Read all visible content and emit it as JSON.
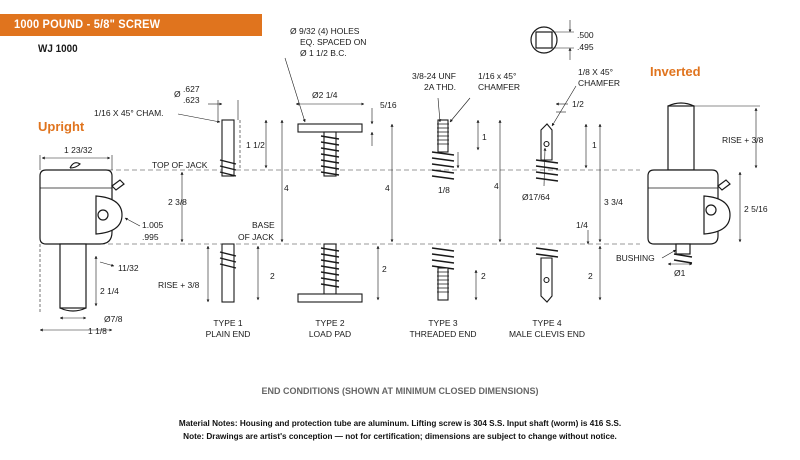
{
  "header": {
    "title": "1000 POUND - 5/8\" SCREW",
    "model": "WJ 1000",
    "accent": "#e0741e"
  },
  "orientations": {
    "upright": "Upright",
    "inverted": "Inverted"
  },
  "dims": {
    "holes_1": "Ø 9/32 (4) HOLES",
    "holes_2": "EQ. SPACED ON",
    "holes_3": "Ø 1 1/2 B.C.",
    "dia_627": ".627",
    "dia_623": ".623",
    "dia_sym": "Ø",
    "cham_116": "1/16 X 45° CHAM.",
    "d_2_14": "Ø2 1/4",
    "d_5_16": "5/16",
    "unf_1": "3/8-24 UNF",
    "unf_2": "2A THD.",
    "cham2_1": "1/16 x 45°",
    "cham2_2": "CHAMFER",
    "cham3_1": "1/8 X 45°",
    "cham3_2": "CHAMFER",
    "d_half": "1/2",
    "sq_500": ".500",
    "sq_495": ".495",
    "d_1_23_32": "1 23/32",
    "d_1_12": "1 1/2",
    "top_of_jack": "TOP OF JACK",
    "base_1": "BASE",
    "base_2": "OF JACK",
    "d_4a": "4",
    "d_4b": "4",
    "d_4c": "4",
    "d_1a": "1",
    "d_1b": "1",
    "d_1_8": "1/8",
    "d_17_64": "Ø17/64",
    "rise_38_r": "RISE + 3/8",
    "d_3_34": "3 3/4",
    "d_2_516": "2 5/16",
    "d_1_4": "1/4",
    "bushing": "BUSHING",
    "d_dia1": "Ø1",
    "d_2_38": "2 3/8",
    "d_1005": "1.005",
    "d_995": ".995",
    "d_11_32": "11/32",
    "d_2_14b": "2 1/4",
    "rise_38_l": "RISE + 3/8",
    "d_2a": "2",
    "d_2b": "2",
    "d_2c": "2",
    "d_2d": "2",
    "d_7_8": "Ø7/8",
    "d_1_18": "1 1/8"
  },
  "types": [
    {
      "name": "TYPE 1",
      "desc": "PLAIN END"
    },
    {
      "name": "TYPE 2",
      "desc": "LOAD PAD"
    },
    {
      "name": "TYPE 3",
      "desc": "THREADED END"
    },
    {
      "name": "TYPE 4",
      "desc": "MALE CLEVIS END"
    }
  ],
  "caption": "END CONDITIONS (SHOWN AT MINIMUM CLOSED DIMENSIONS)",
  "notes": [
    "Material Notes: Housing and protection tube are aluminum. Lifting screw is 304 S.S. Input shaft (worm) is 416 S.S.",
    "Note: Drawings are artist's conception — not for certification; dimensions are subject to change without notice."
  ]
}
